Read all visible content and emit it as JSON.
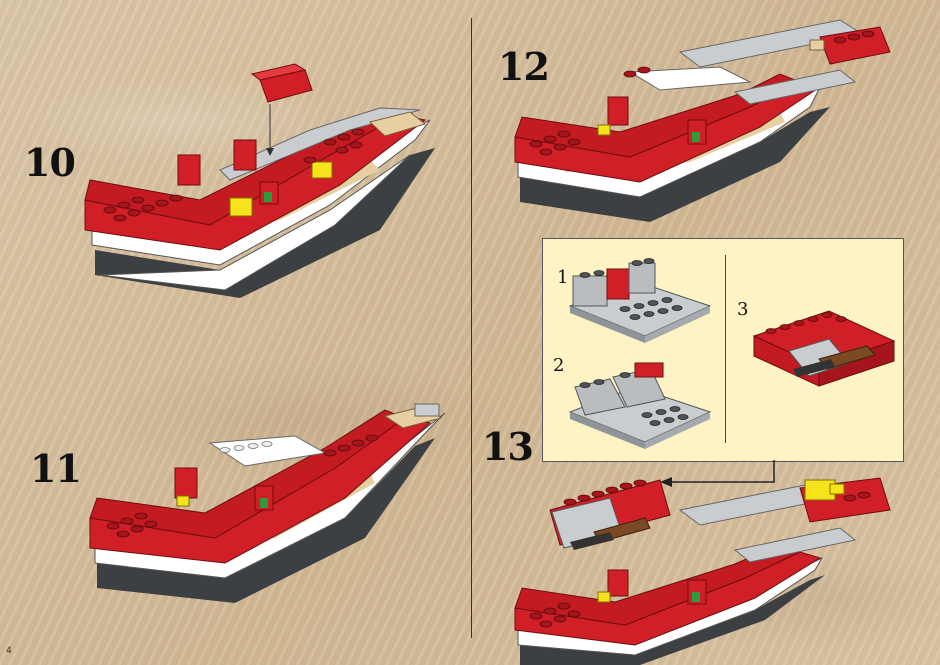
{
  "steps": {
    "step10": "10",
    "step11": "11",
    "step12": "12",
    "step13": "13"
  },
  "subassembly": {
    "sub1": "1",
    "sub2": "2",
    "sub3": "3"
  },
  "page_number": "4",
  "colors": {
    "brick_red": "#d01f26",
    "brick_red_dark": "#8e1115",
    "white": "#ffffff",
    "light_gray": "#c9cdd0",
    "dark_gray": "#4a4d50",
    "tan": "#e6cfa0",
    "yellow": "#f5e41c",
    "green": "#2f9a3a",
    "callout_bg": "#fdf3c4",
    "brown": "#7a4a25"
  }
}
